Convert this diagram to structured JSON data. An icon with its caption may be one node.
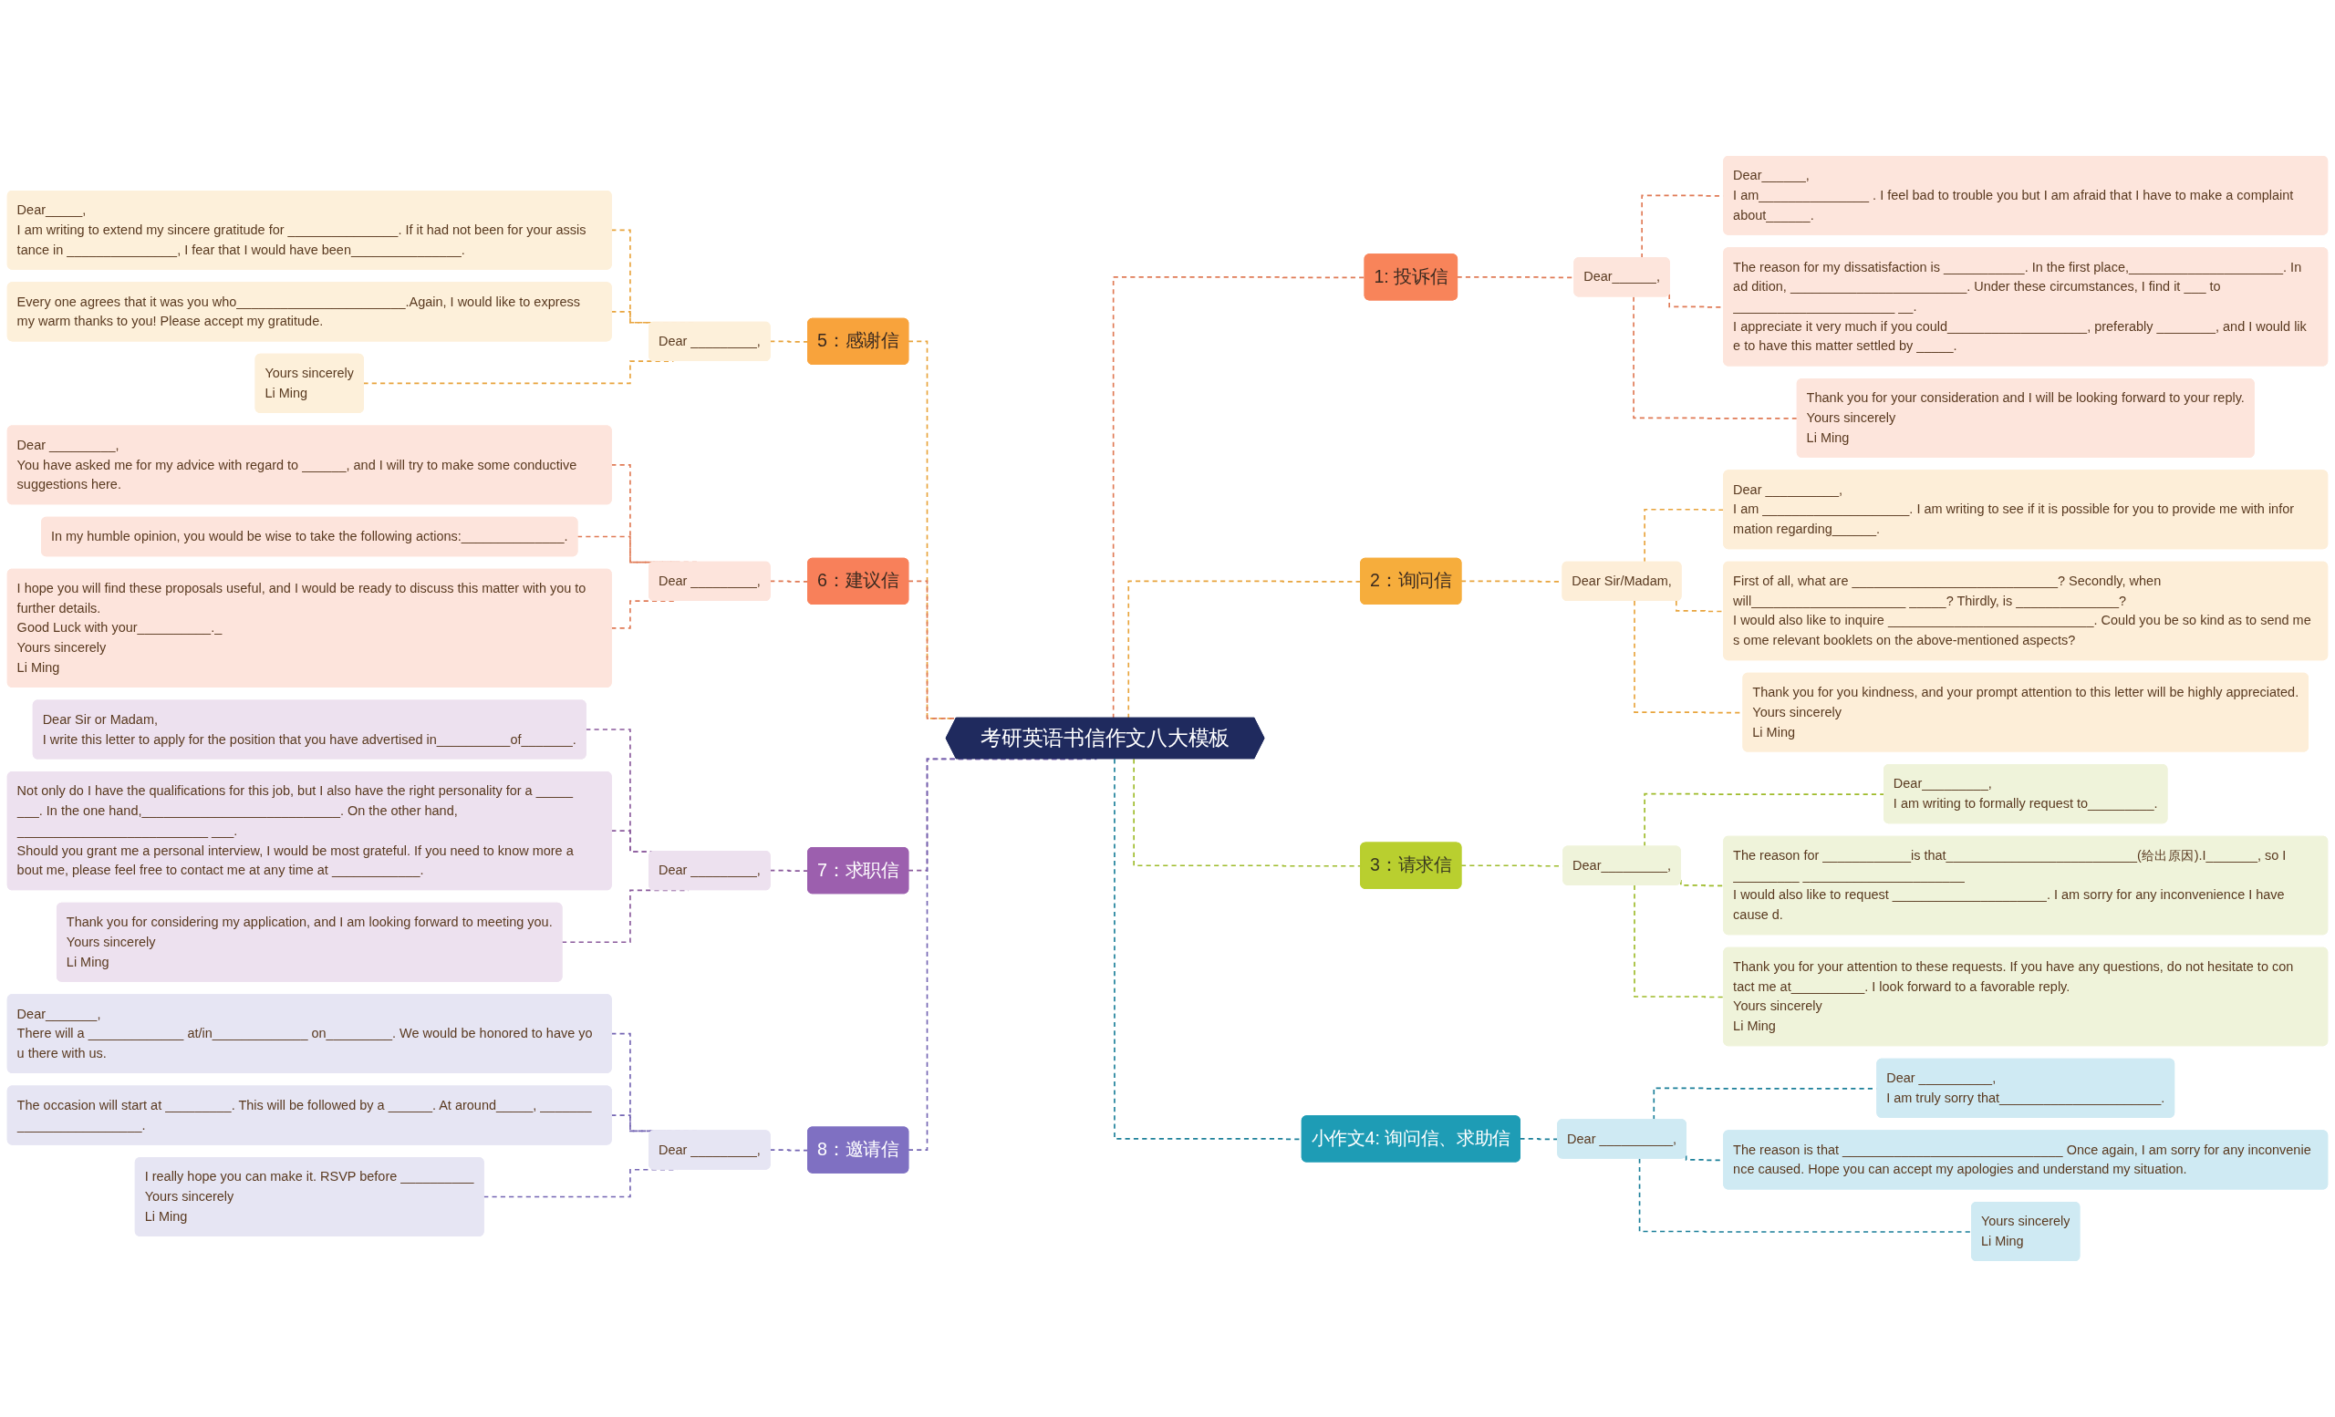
{
  "diagram": {
    "nodes": [
      {
        "text": [
          "考研英语书信作文八大模板"
        ]
      },
      {
        "text": [
          "1: 投诉信"
        ]
      },
      {
        "text": [
          "Dear______,"
        ]
      },
      {
        "text": [
          "Dear______,",
          "I am_______________ . I feel bad to trouble you but I am afraid that I have to make a complaint about______."
        ]
      },
      {
        "text": [
          "The reason for my dissatisfaction is ___________. In the first place,_____________________. In ad dition, ________________________. Under these circumstances, I find it ___ to ______________________ __.",
          "I appreciate it very much if you could___________________, preferably ________, and I would lik e to have this matter settled by _____."
        ]
      },
      {
        "text": [
          "Thank you for your consideration and I will be looking forward to your reply.",
          "Yours sincerely",
          "Li Ming"
        ]
      },
      {
        "text": [
          "2：询问信"
        ]
      },
      {
        "text": [
          "Dear Sir/Madam,"
        ]
      },
      {
        "text": [
          "Dear __________,",
          "I am ____________________. I am writing to see if it is possible for you to provide me with infor mation regarding______."
        ]
      },
      {
        "text": [
          "First of all, what are ____________________________? Secondly, when will_____________________ _____? Thirdly, is ______________?",
          "I would also like to inquire ____________________________. Could you be so kind as to send me s ome relevant booklets on the above-mentioned aspects?"
        ]
      },
      {
        "text": [
          "Thank you for you kindness, and your prompt attention to this letter will be highly appreciated.",
          "Yours sincerely",
          "Li Ming"
        ]
      },
      {
        "text": [
          "3：请求信"
        ]
      },
      {
        "text": [
          "Dear_________,"
        ]
      },
      {
        "text": [
          "Dear_________,",
          "I am writing to formally request to_________."
        ]
      },
      {
        "text": [
          "The reason for ____________is that__________________________(给出原因).I_______, so I _________ ______________________",
          "I would also like to request _____________________. I am sorry for any inconvenience I have cause d."
        ]
      },
      {
        "text": [
          "Thank you for your attention to these requests. If you have any questions, do not hesitate to con tact me at__________. I look forward to a favorable reply.",
          "Yours sincerely",
          "Li Ming"
        ]
      },
      {
        "text": [
          "小作文4: 询问信、求助信"
        ]
      },
      {
        "text": [
          "Dear __________,"
        ]
      },
      {
        "text": [
          "Dear __________,",
          "I am truly sorry that______________________."
        ]
      },
      {
        "text": [
          "The reason is that ______________________________ Once again, I am sorry for any inconvenie nce caused. Hope you can accept my apologies and understand my situation."
        ]
      },
      {
        "text": [
          "Yours sincerely",
          "Li Ming"
        ]
      },
      {
        "text": [
          "5：感谢信"
        ]
      },
      {
        "text": [
          "Dear _________,"
        ]
      },
      {
        "text": [
          "Dear_____,",
          "I am writing to extend my sincere gratitude for _______________. If it had not been for your assis tance in _______________, I fear that I would have been_______________."
        ]
      },
      {
        "text": [
          "Every one agrees that it was you who_______________________.Again, I would like to express my warm thanks to you! Please accept my gratitude."
        ]
      },
      {
        "text": [
          "Yours sincerely",
          "Li Ming"
        ]
      },
      {
        "text": [
          "6：建议信"
        ]
      },
      {
        "text": [
          "Dear _________,"
        ]
      },
      {
        "text": [
          "Dear _________,",
          "You have asked me for my advice with regard to ______, and I will try to make some conductive suggestions here."
        ]
      },
      {
        "text": [
          "In my humble opinion, you would be wise to take the following actions:______________."
        ]
      },
      {
        "text": [
          "I hope you will find these proposals useful, and I would be ready to discuss this matter with you to further details.",
          "Good Luck with your__________._",
          "Yours sincerely",
          "Li Ming"
        ]
      },
      {
        "text": [
          "7：求职信"
        ]
      },
      {
        "text": [
          "Dear _________,"
        ]
      },
      {
        "text": [
          "Dear Sir or Madam,",
          "I write this letter to apply for the position that you have advertised in__________of_______."
        ]
      },
      {
        "text": [
          "Not only do I have the qualifications for this job, but I also have the right personality for a _____ ___. In the one hand,___________________________. On the other hand, __________________________ ___.",
          "Should you grant me a personal interview, I would be most grateful. If you need to know more a bout me, please feel free to contact me at any time at ____________."
        ]
      },
      {
        "text": [
          "Thank you for considering my application, and I am looking forward to meeting you.",
          "Yours sincerely",
          "Li Ming"
        ]
      },
      {
        "text": [
          "8：邀请信"
        ]
      },
      {
        "text": [
          "Dear _________,"
        ]
      },
      {
        "text": [
          "Dear_______,",
          "There will a _____________ at/in_____________ on_________. We would be honored to have yo u there with us."
        ]
      },
      {
        "text": [
          "The occasion will start at _________. This will be followed by a ______. At around_____, _______ _________________."
        ]
      },
      {
        "text": [
          "I really hope you can make it. RSVP before __________",
          "Yours sincerely",
          "Li Ming"
        ]
      }
    ],
    "edges": [
      {
        "from": 0,
        "to": 1,
        "arrow": "none",
        "style": "dashed",
        "color": "#e07a55"
      },
      {
        "from": 1,
        "to": 2,
        "arrow": "none",
        "style": "dashed",
        "color": "#e07a55"
      },
      {
        "from": 2,
        "to": 3,
        "arrow": "none",
        "style": "dashed",
        "color": "#e07a55"
      },
      {
        "from": 2,
        "to": 4,
        "arrow": "none",
        "style": "dashed",
        "color": "#e07a55"
      },
      {
        "from": 2,
        "to": 5,
        "arrow": "none",
        "style": "dashed",
        "color": "#e07a55"
      },
      {
        "from": 0,
        "to": 6,
        "arrow": "none",
        "style": "dashed",
        "color": "#e8a43c"
      },
      {
        "from": 6,
        "to": 7,
        "arrow": "none",
        "style": "dashed",
        "color": "#e8a43c"
      },
      {
        "from": 7,
        "to": 8,
        "arrow": "none",
        "style": "dashed",
        "color": "#e8a43c"
      },
      {
        "from": 7,
        "to": 9,
        "arrow": "none",
        "style": "dashed",
        "color": "#e8a43c"
      },
      {
        "from": 7,
        "to": 10,
        "arrow": "none",
        "style": "dashed",
        "color": "#e8a43c"
      },
      {
        "from": 0,
        "to": 11,
        "arrow": "none",
        "style": "dashed",
        "color": "#9ebb2a"
      },
      {
        "from": 11,
        "to": 12,
        "arrow": "none",
        "style": "dashed",
        "color": "#9ebb2a"
      },
      {
        "from": 12,
        "to": 13,
        "arrow": "none",
        "style": "dashed",
        "color": "#9ebb2a"
      },
      {
        "from": 12,
        "to": 14,
        "arrow": "none",
        "style": "dashed",
        "color": "#9ebb2a"
      },
      {
        "from": 12,
        "to": 15,
        "arrow": "none",
        "style": "dashed",
        "color": "#9ebb2a"
      },
      {
        "from": 0,
        "to": 16,
        "arrow": "none",
        "style": "dashed",
        "color": "#1b7f99"
      },
      {
        "from": 16,
        "to": 17,
        "arrow": "none",
        "style": "dashed",
        "color": "#1b7f99"
      },
      {
        "from": 17,
        "to": 18,
        "arrow": "none",
        "style": "dashed",
        "color": "#1b7f99"
      },
      {
        "from": 17,
        "to": 19,
        "arrow": "none",
        "style": "dashed",
        "color": "#1b7f99"
      },
      {
        "from": 17,
        "to": 20,
        "arrow": "none",
        "style": "dashed",
        "color": "#1b7f99"
      },
      {
        "from": 0,
        "to": 21,
        "arrow": "none",
        "style": "dashed",
        "color": "#e8a43c"
      },
      {
        "from": 21,
        "to": 22,
        "arrow": "none",
        "style": "dashed",
        "color": "#e8a43c"
      },
      {
        "from": 22,
        "to": 23,
        "arrow": "none",
        "style": "dashed",
        "color": "#e8a43c"
      },
      {
        "from": 22,
        "to": 24,
        "arrow": "none",
        "style": "dashed",
        "color": "#e8a43c"
      },
      {
        "from": 22,
        "to": 25,
        "arrow": "none",
        "style": "dashed",
        "color": "#e8a43c"
      },
      {
        "from": 0,
        "to": 26,
        "arrow": "none",
        "style": "dashed",
        "color": "#e07a55"
      },
      {
        "from": 26,
        "to": 27,
        "arrow": "none",
        "style": "dashed",
        "color": "#e07a55"
      },
      {
        "from": 27,
        "to": 28,
        "arrow": "none",
        "style": "dashed",
        "color": "#e07a55"
      },
      {
        "from": 27,
        "to": 29,
        "arrow": "none",
        "style": "dashed",
        "color": "#e07a55"
      },
      {
        "from": 27,
        "to": 30,
        "arrow": "none",
        "style": "dashed",
        "color": "#e07a55"
      },
      {
        "from": 0,
        "to": 31,
        "arrow": "none",
        "style": "dashed",
        "color": "#8a5a9c"
      },
      {
        "from": 31,
        "to": 32,
        "arrow": "none",
        "style": "dashed",
        "color": "#8a5a9c"
      },
      {
        "from": 32,
        "to": 33,
        "arrow": "none",
        "style": "dashed",
        "color": "#8a5a9c"
      },
      {
        "from": 32,
        "to": 34,
        "arrow": "none",
        "style": "dashed",
        "color": "#8a5a9c"
      },
      {
        "from": 32,
        "to": 35,
        "arrow": "none",
        "style": "dashed",
        "color": "#8a5a9c"
      },
      {
        "from": 0,
        "to": 36,
        "arrow": "none",
        "style": "dashed",
        "color": "#7465b3"
      },
      {
        "from": 36,
        "to": 37,
        "arrow": "none",
        "style": "dashed",
        "color": "#7465b3"
      },
      {
        "from": 37,
        "to": 38,
        "arrow": "none",
        "style": "dashed",
        "color": "#7465b3"
      },
      {
        "from": 37,
        "to": 39,
        "arrow": "none",
        "style": "dashed",
        "color": "#7465b3"
      },
      {
        "from": 37,
        "to": 40,
        "arrow": "none",
        "style": "dashed",
        "color": "#7465b3"
      }
    ]
  }
}
